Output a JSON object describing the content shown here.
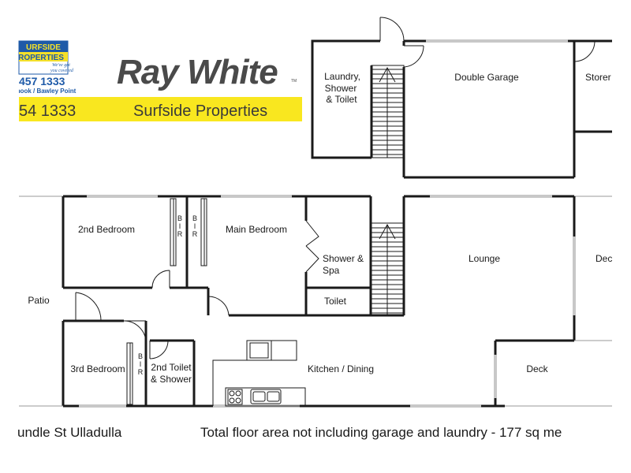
{
  "branding": {
    "office_name_top": "URFSIDE",
    "office_name_bottom": "ROPERTIES",
    "tagline_1": "We've got",
    "tagline_2": "you covered",
    "office_phone": "457 1333",
    "office_suburb": "Mollymook / Bawley Point",
    "brand_name": "Ray White",
    "trademark": "TM",
    "banner_phone": "54 1333",
    "banner_office": "Surfside Properties",
    "colors": {
      "brand_gray": "#4a4a4a",
      "banner_yellow": "#f9e71f",
      "badge_blue": "#1e5aa8",
      "badge_yellow": "#f4e02a"
    }
  },
  "rooms": {
    "laundry": [
      "Laundry,",
      "Shower",
      "& Toilet"
    ],
    "double_garage": "Double Garage",
    "storeroom": "Storer",
    "second_bedroom": "2nd Bedroom",
    "bir_1": [
      "B",
      "I",
      "R"
    ],
    "bir_2": [
      "B",
      "I",
      "R"
    ],
    "main_bedroom": "Main Bedroom",
    "shower_spa": [
      "Shower &",
      "Spa"
    ],
    "toilet": "Toilet",
    "lounge": "Lounge",
    "deck_right": "Dec",
    "patio": "Patio",
    "third_bedroom": "3rd Bedroom",
    "bir_3": [
      "B",
      "I",
      "R"
    ],
    "second_toilet": [
      "2nd Toilet",
      "& Shower"
    ],
    "kitchen_dining": "Kitchen / Dining",
    "deck_bottom": "Deck"
  },
  "footer": {
    "address": "undle St Ulladulla",
    "floor_area_note": "Total floor area not including garage and laundry - 177 sq me"
  }
}
